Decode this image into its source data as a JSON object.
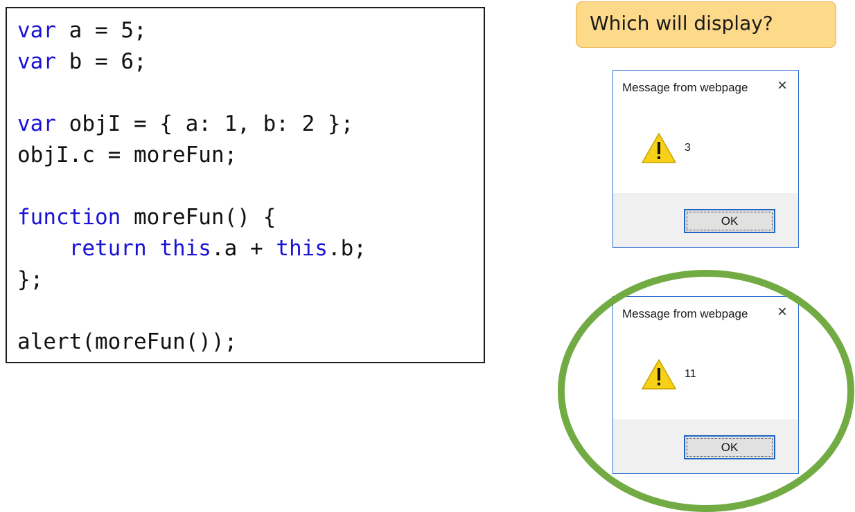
{
  "code": {
    "lines": [
      {
        "parts": [
          {
            "t": "var",
            "kw": true
          },
          {
            "t": " a = 5;",
            "kw": false
          }
        ]
      },
      {
        "parts": [
          {
            "t": "var",
            "kw": true
          },
          {
            "t": " b = 6;",
            "kw": false
          }
        ]
      },
      {
        "parts": []
      },
      {
        "parts": [
          {
            "t": "var",
            "kw": true
          },
          {
            "t": " objI = { a: 1, b: 2 };",
            "kw": false
          }
        ]
      },
      {
        "parts": [
          {
            "t": "objI.c = moreFun;",
            "kw": false
          }
        ]
      },
      {
        "parts": []
      },
      {
        "parts": [
          {
            "t": "function",
            "kw": true
          },
          {
            "t": " moreFun() {",
            "kw": false
          }
        ]
      },
      {
        "parts": [
          {
            "t": "    ",
            "kw": false
          },
          {
            "t": "return",
            "kw": true
          },
          {
            "t": " ",
            "kw": false
          },
          {
            "t": "this",
            "kw": true
          },
          {
            "t": ".a + ",
            "kw": false
          },
          {
            "t": "this",
            "kw": true
          },
          {
            "t": ".b;",
            "kw": false
          }
        ]
      },
      {
        "parts": [
          {
            "t": "};",
            "kw": false
          }
        ]
      },
      {
        "parts": []
      },
      {
        "parts": [
          {
            "t": "alert(moreFun());",
            "kw": false
          }
        ]
      }
    ]
  },
  "question": {
    "text": "Which will display?"
  },
  "dialogs": [
    {
      "title": "Message from webpage",
      "close": "×",
      "icon": "warning-icon",
      "message": "3",
      "ok_label": "OK",
      "highlighted": false
    },
    {
      "title": "Message from webpage",
      "close": "×",
      "icon": "warning-icon",
      "message": "11",
      "ok_label": "OK",
      "highlighted": true
    }
  ],
  "colors": {
    "keyword": "#1a12d6",
    "question_bg": "#fdd98a",
    "dialog_border": "#2e6fd1",
    "answer_circle": "#72ab43",
    "warning_fill": "#f7d117"
  }
}
